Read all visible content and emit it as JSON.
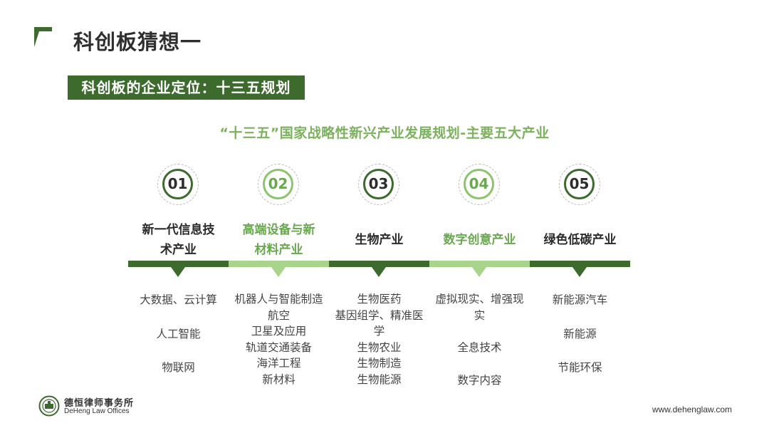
{
  "header": {
    "title": "科创板猜想一",
    "section_tag": "科创板的企业定位：十三五规划"
  },
  "subtitle": "“十三五”国家战略性新兴产业发展规划-主要五大产业",
  "industries": [
    {
      "number": "01",
      "name_lines": [
        "新一代信息技",
        "术产业"
      ],
      "items": [
        "大数据、云计算",
        "人工智能",
        "物联网"
      ]
    },
    {
      "number": "02",
      "name_lines": [
        "高端设备与新",
        "材料产业"
      ],
      "items": [
        "机器人与智能制造",
        "航空",
        "卫星及应用",
        "轨道交通装备",
        "海洋工程",
        "新材料"
      ]
    },
    {
      "number": "03",
      "name_lines": [
        "生物产业"
      ],
      "items": [
        "生物医药",
        "基因组学、精准医",
        "学",
        "生物农业",
        "生物制造",
        "生物能源"
      ]
    },
    {
      "number": "04",
      "name_lines": [
        "数字创意产业"
      ],
      "items": [
        "虚拟现实、增强现",
        "实",
        "全息技术",
        "数字内容"
      ]
    },
    {
      "number": "05",
      "name_lines": [
        "绿色低碳产业"
      ],
      "items": [
        "新能源汽车",
        "新能源",
        "节能环保"
      ]
    }
  ],
  "footer": {
    "logo_cn": "德恒律师事务所",
    "logo_en": "DeHeng Law Offices",
    "website": "www.dehenglaw.com"
  },
  "colors": {
    "dark_green": "#3d6b2e",
    "light_green": "#a8d48c",
    "subtitle_green": "#7cb15e"
  },
  "icons": {
    "corner": "corner-bracket-icon",
    "logo": "seal-logo-icon"
  }
}
